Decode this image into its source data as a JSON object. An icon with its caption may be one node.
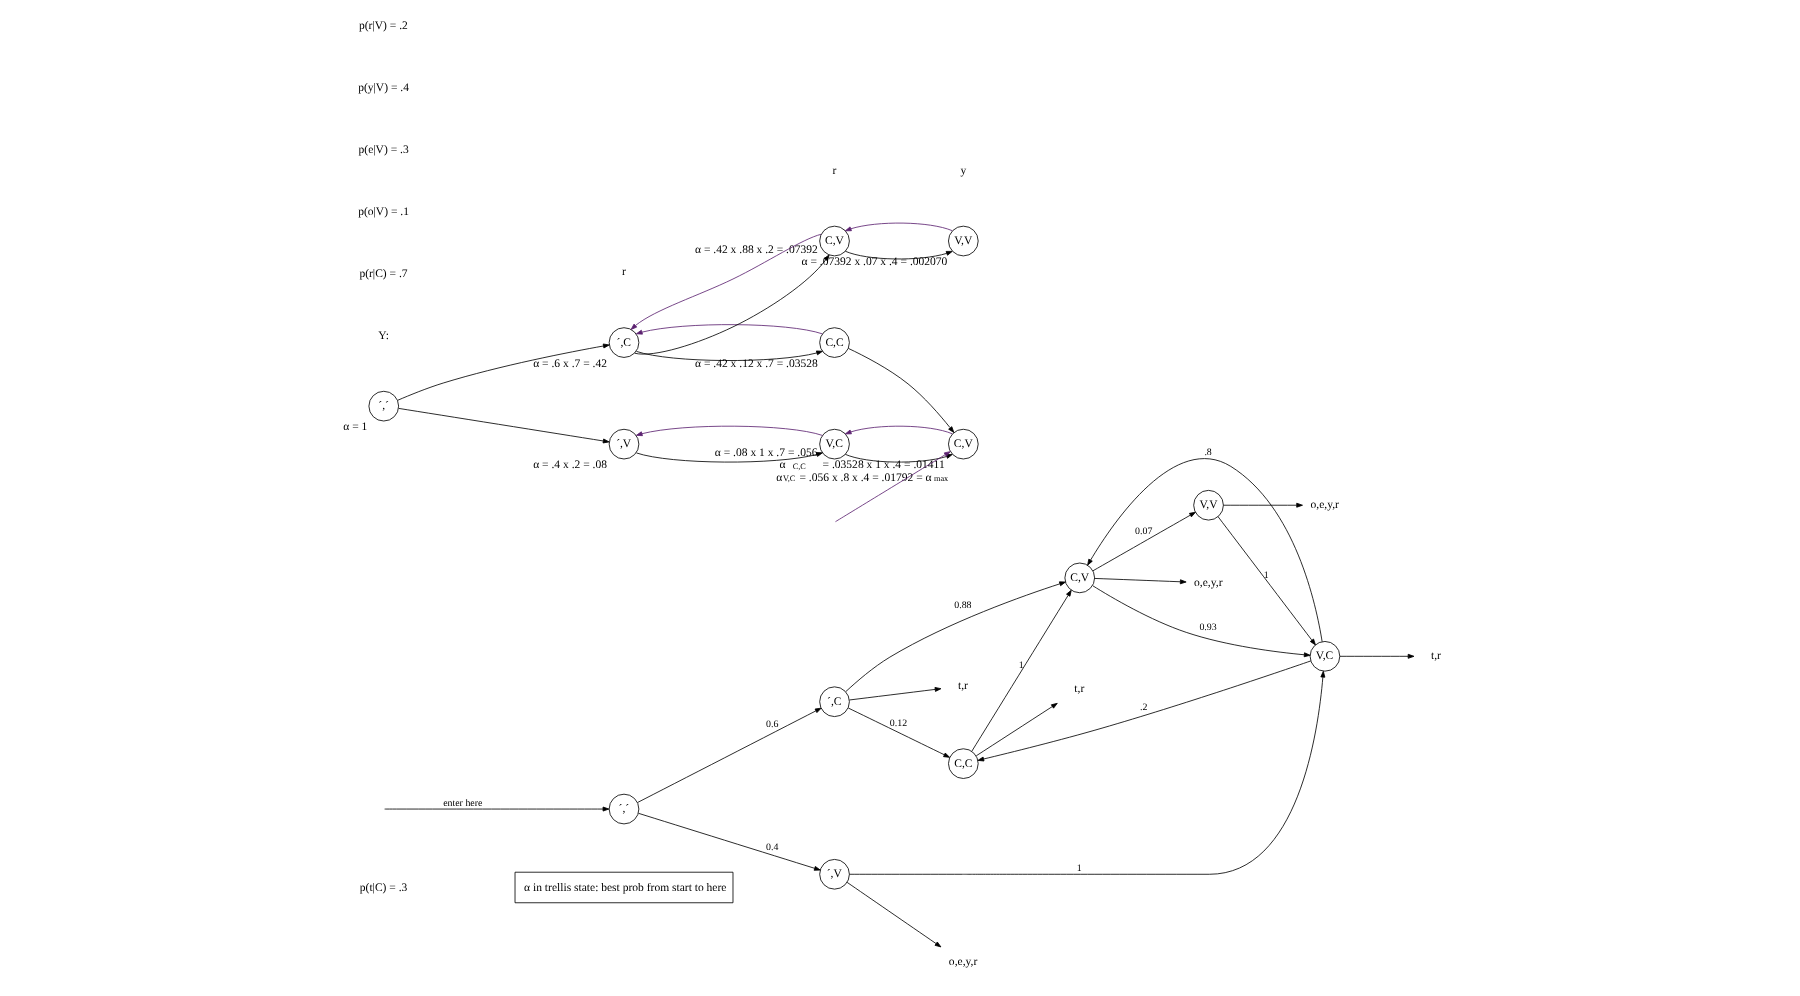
{
  "diagram": {
    "nodes": [
      {
        "text": [
          "α in trellis state: best prob from start to here"
        ]
      },
      {
        "text": [
          "´,´"
        ]
      },
      {
        "text": [
          "´,C"
        ]
      },
      {
        "text": [
          "C,C"
        ]
      },
      {
        "text": [
          "V,V"
        ]
      },
      {
        "text": [
          "´,V"
        ]
      },
      {
        "text": [
          "C,V"
        ]
      },
      {
        "text": [
          "V,C"
        ]
      },
      {
        "text": [
          "t,r"
        ]
      },
      {
        "text": [
          "t,r"
        ]
      },
      {
        "text": [
          "o,e,y,r"
        ]
      },
      {
        "text": [
          "o,e,y,r"
        ]
      },
      {
        "text": [
          "o,e,y,r"
        ]
      },
      {
        "text": [
          "t,r"
        ]
      },
      {
        "text": [
          "´,´"
        ],
        "beside": [
          "α = 1"
        ]
      },
      {
        "text": [
          "C,C"
        ],
        "beside": [
          "α = .42 x .12 x .7 = .03528"
        ]
      },
      {
        "text": [
          "´,C"
        ],
        "beside": [
          "α = .6 x .7 = .42"
        ]
      },
      {
        "text": [
          "V,V"
        ],
        "beside": [
          "α = .07392 x .07 x .4 = .002070"
        ]
      },
      {
        "text": [
          "C,V"
        ],
        "beside": [
          "α = .42 x .88 x .2 = .07392"
        ]
      },
      {
        "text": [
          "C,V"
        ],
        "beside": [
          "α$_{C,C}$ = .03528 x 1 x .4 = .01411",
          "α$_{V,C}$ = .056 x .8 x .4 = .01792 = α$_{max}$"
        ]
      },
      {
        "text": [
          "V,C"
        ],
        "beside": [
          "α = .08 x 1 x .7 = .056"
        ]
      },
      {
        "text": [
          "´,V"
        ],
        "beside": [
          "α = .4 x .2 = .08"
        ]
      }
    ],
    "edges": [
      {
        "from": null,
        "to": 1,
        "arrow": "to",
        "label": "enter here"
      },
      {
        "from": 1,
        "to": 2,
        "arrow": "to",
        "label": "0.6"
      },
      {
        "from": 1,
        "to": 5,
        "arrow": "to",
        "label": "0.4"
      },
      {
        "from": 2,
        "to": 3,
        "arrow": "to",
        "label": "0.12"
      },
      {
        "from": 2,
        "to": 6,
        "arrow": "to",
        "label": "0.88"
      },
      {
        "from": 3,
        "to": 6,
        "arrow": "to",
        "label": "1"
      },
      {
        "from": 6,
        "to": 4,
        "arrow": "to",
        "label": "0.07"
      },
      {
        "from": 6,
        "to": 7,
        "arrow": "to",
        "label": "0.93"
      },
      {
        "from": 5,
        "to": 7,
        "arrow": "to",
        "label": "1"
      },
      {
        "from": 4,
        "to": 7,
        "arrow": "to",
        "label": "1"
      },
      {
        "from": 7,
        "to": 3,
        "arrow": "to",
        "label": ".2"
      },
      {
        "from": 7,
        "to": 6,
        "arrow": "to",
        "label": ".8"
      },
      {
        "from": 2,
        "to": 8,
        "arrow": "to"
      },
      {
        "from": 3,
        "to": 9,
        "arrow": "to"
      },
      {
        "from": 4,
        "to": 10,
        "arrow": "to"
      },
      {
        "from": 5,
        "to": 11,
        "arrow": "to"
      },
      {
        "from": 6,
        "to": 12,
        "arrow": "to"
      },
      {
        "from": 7,
        "to": 13,
        "arrow": "to"
      },
      {
        "from": 14,
        "to": 16,
        "arrow": "to"
      },
      {
        "from": 14,
        "to": 21,
        "arrow": "to"
      },
      {
        "from": 16,
        "to": 15,
        "arrow": "to"
      },
      {
        "from": 16,
        "to": 18,
        "arrow": "to"
      },
      {
        "from": 15,
        "to": 19,
        "arrow": "to"
      },
      {
        "from": 18,
        "to": 17,
        "arrow": "to"
      },
      {
        "from": 21,
        "to": 20,
        "arrow": "to"
      },
      {
        "from": 20,
        "to": 19,
        "arrow": "to"
      },
      {
        "from": 15,
        "to": 16,
        "arrow": "to",
        "color": "#5b2170"
      },
      {
        "from": 18,
        "to": 16,
        "arrow": "to",
        "color": "#5b2170"
      },
      {
        "from": 17,
        "to": 18,
        "arrow": "to",
        "color": "#5b2170"
      },
      {
        "from": null,
        "to": 19,
        "arrow": "to",
        "color": "#5b2170"
      },
      {
        "from": 19,
        "to": 20,
        "arrow": "to",
        "color": "#5b2170"
      },
      {
        "from": 20,
        "to": 21,
        "arrow": "to",
        "color": "#5b2170"
      }
    ],
    "labels": [
      "Y:",
      "r",
      "r",
      "y",
      "p(t|C) = .3",
      "p(r|C) = .7",
      "p(o|V) = .1",
      "p(e|V) = .3",
      "p(y|V) = .4",
      "p(r|V) = .2"
    ]
  }
}
